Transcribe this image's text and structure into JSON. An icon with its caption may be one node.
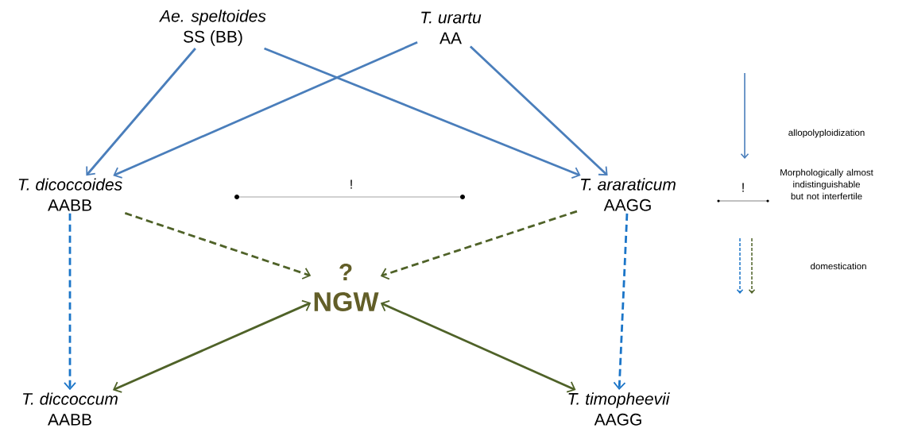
{
  "diagram": {
    "nodes": [
      {
        "text": [
          "Ae. speltoides",
          "SS (BB)"
        ]
      },
      {
        "text": [
          "T. urartu",
          "AA"
        ]
      },
      {
        "text": [
          "T. dicoccoides",
          "AABB"
        ]
      },
      {
        "text": [
          "T. araraticum",
          "AAGG"
        ]
      },
      {
        "text": [
          "?",
          "NGW"
        ]
      },
      {
        "text": [
          "T. diccoccum",
          "AABB"
        ]
      },
      {
        "text": [
          "T. timopheevii",
          "AAGG"
        ]
      }
    ],
    "edges": [
      {
        "from": 0,
        "to": 2,
        "arrow": "to"
      },
      {
        "from": 0,
        "to": 3,
        "arrow": "to"
      },
      {
        "from": 1,
        "to": 2,
        "arrow": "to"
      },
      {
        "from": 1,
        "to": 3,
        "arrow": "to"
      },
      {
        "from": 2,
        "to": 5,
        "arrow": "to",
        "style": "dashed",
        "color": "#1b75c8"
      },
      {
        "from": 3,
        "to": 6,
        "arrow": "to",
        "style": "dashed",
        "color": "#1b75c8"
      },
      {
        "from": 2,
        "to": 4,
        "arrow": "to",
        "style": "dashed",
        "color": "#4f6228"
      },
      {
        "from": 3,
        "to": 4,
        "arrow": "to",
        "style": "dashed",
        "color": "#4f6228"
      },
      {
        "from": 5,
        "to": 4,
        "arrow": "both",
        "color": "#4f6228"
      },
      {
        "from": 6,
        "to": 4,
        "arrow": "both",
        "color": "#4f6228"
      }
    ],
    "labels": [
      "!",
      "!"
    ],
    "legend": [
      {
        "text": "allopolyploidization"
      },
      {
        "text": "Morphologically almost indistinguishable but not interfertile"
      },
      {
        "text": "domestication"
      }
    ]
  }
}
